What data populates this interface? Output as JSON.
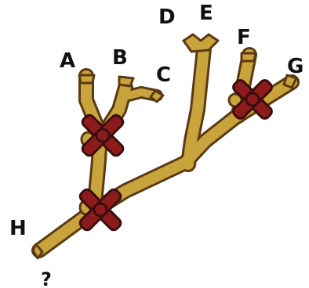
{
  "labels": {
    "a": "A",
    "b": "B",
    "c": "C",
    "d": "D",
    "e": "E",
    "f": "F",
    "g": "G",
    "h": "H",
    "unknown": "?"
  },
  "colors": {
    "branch_fill": "#c9a33b",
    "branch_outline": "#5a3a12",
    "cross_marker": "#8c1c1c"
  }
}
